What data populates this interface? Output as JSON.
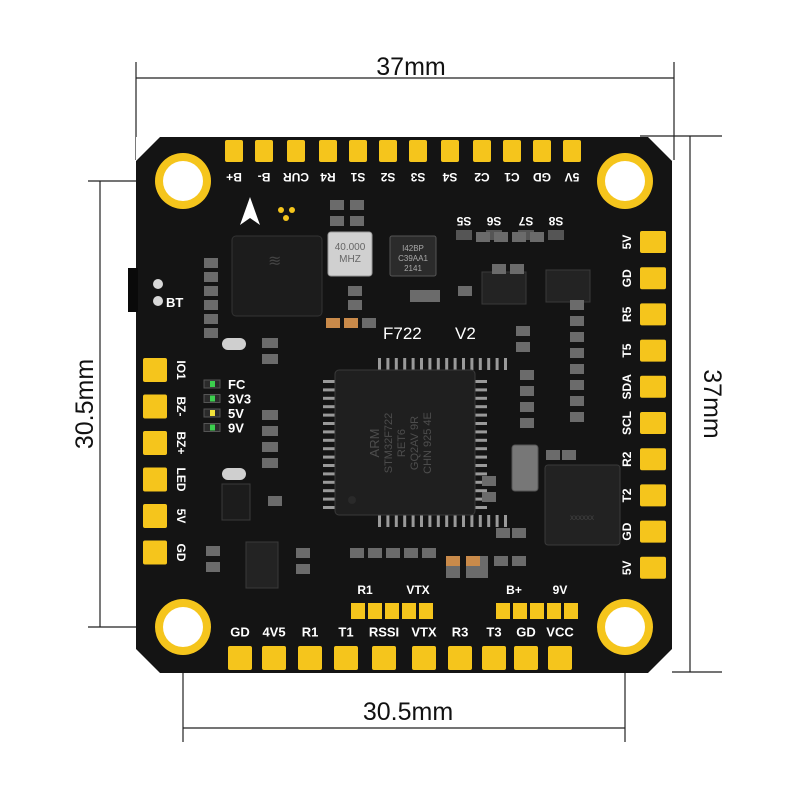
{
  "dimensions": {
    "top_width": "37mm",
    "bottom_mount": "30.5mm",
    "left_mount": "30.5mm",
    "right_height": "37mm"
  },
  "board": {
    "mcu_name": "F722",
    "version": "V2",
    "crystal": [
      "40.000",
      "MHZ"
    ],
    "bt_label": "BT",
    "chip_marking": [
      "ARM",
      "STM32F722",
      "RET6",
      "GQ2AV 9R",
      "CHN 925 4E"
    ],
    "imu_marking": [
      "I42BP",
      "C39AA1",
      "2141"
    ],
    "baro_marking": "xxxxxx",
    "led_labels": [
      "FC",
      "3V3",
      "5V",
      "9V"
    ],
    "led_colors": [
      "#3ccf4e",
      "#3ccf4e",
      "#f2e23a",
      "#3ccf4e"
    ],
    "top_pads": [
      "B+",
      "B-",
      "CUR",
      "R4",
      "S1",
      "S2",
      "S3",
      "S4",
      "C2",
      "C1",
      "GD",
      "5V"
    ],
    "servo_pads": [
      "S5",
      "S6",
      "S7",
      "S8"
    ],
    "right_pads": [
      "5V",
      "GD",
      "R5",
      "T5",
      "SDA",
      "SCL",
      "R2",
      "T2",
      "GD",
      "5V"
    ],
    "left_pads": [
      "IO1",
      "BZ-",
      "BZ+",
      "LED",
      "5V",
      "GD"
    ],
    "bottom_pads": [
      "GD",
      "4V5",
      "R1",
      "T1",
      "RSSI",
      "VTX",
      "R3",
      "T3",
      "GD",
      "VCC"
    ],
    "inner_pads_left": [
      "R1",
      "VTX"
    ],
    "inner_pads_right": [
      "B+",
      "9V"
    ]
  },
  "colors": {
    "pcb": "#141414",
    "pad_gold": "#f5c51c",
    "silk": "#ffffff",
    "dim_line": "#222222"
  }
}
